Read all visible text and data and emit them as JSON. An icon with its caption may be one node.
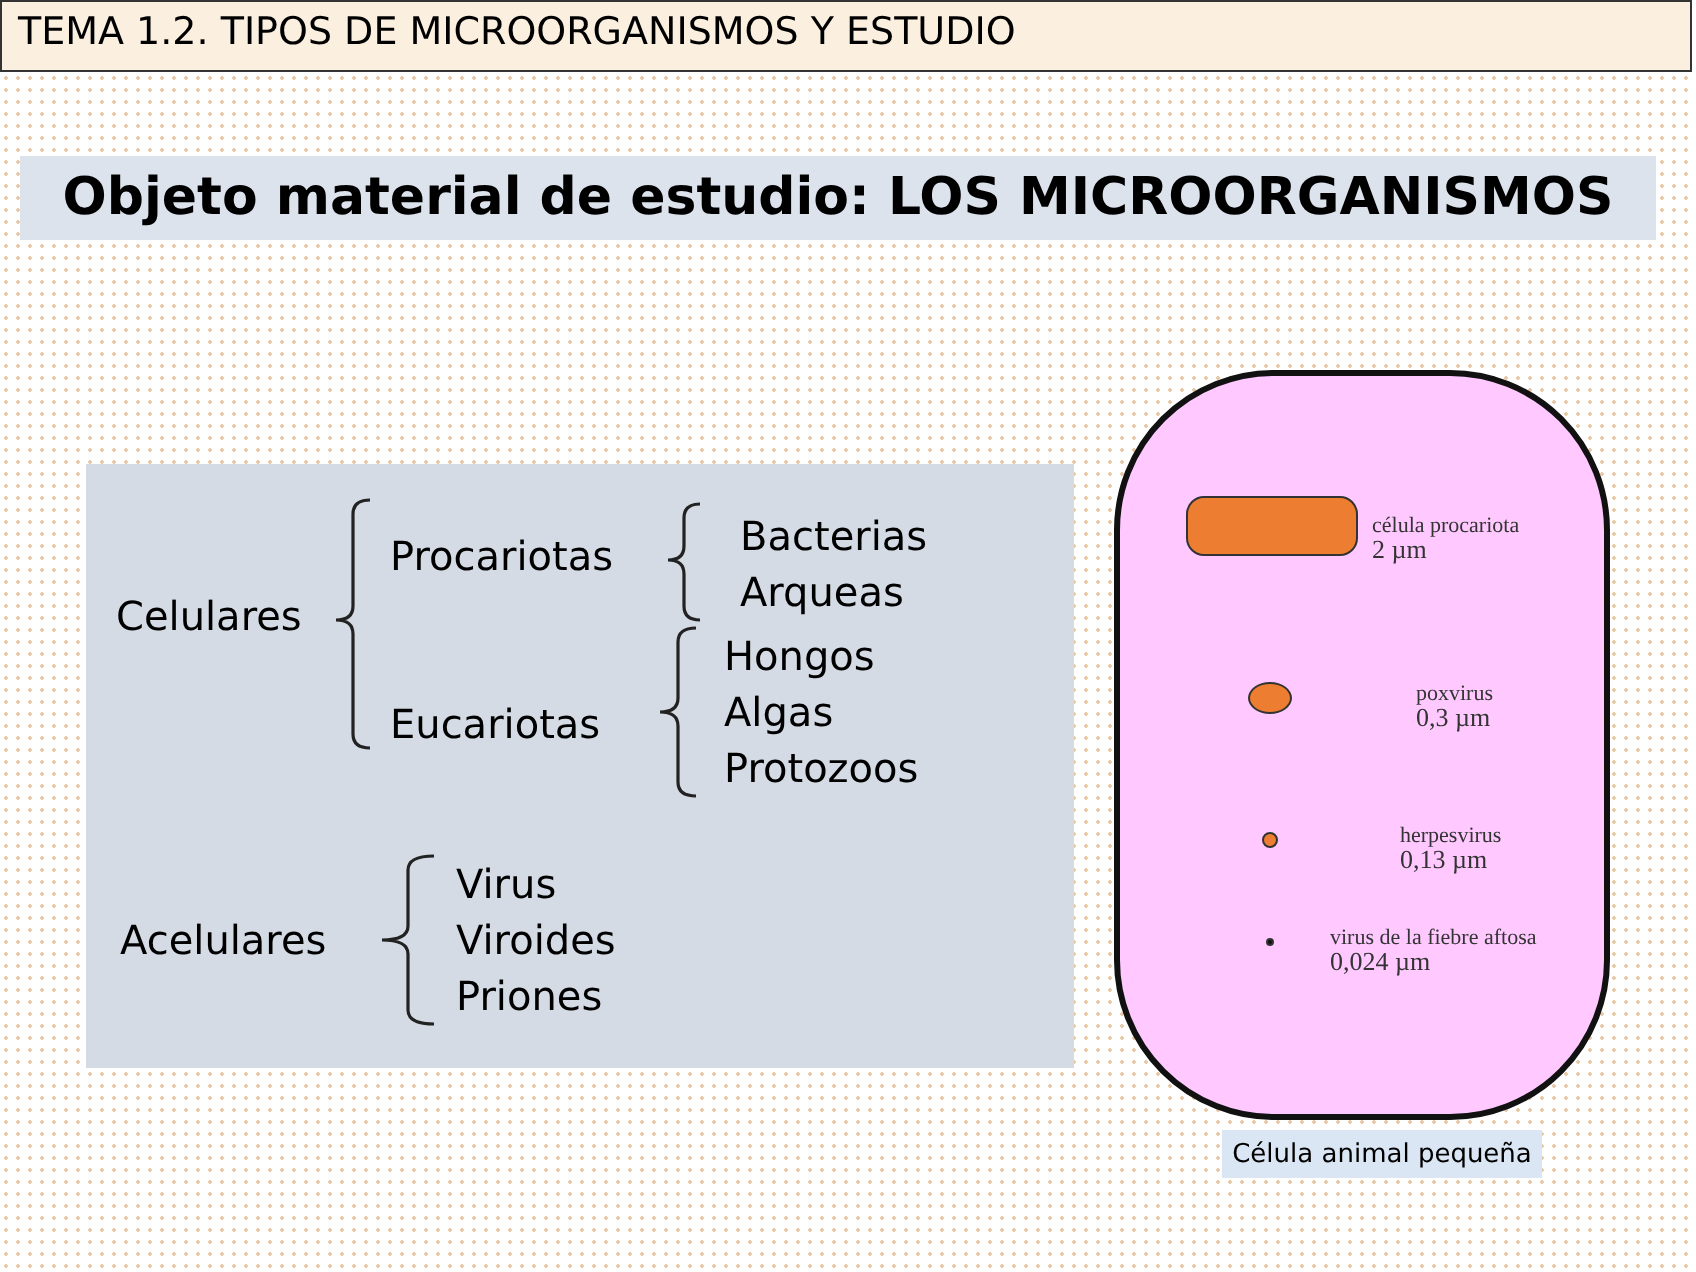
{
  "diagram": {
    "title": "TEMA 1.2. TIPOS DE MICROORGANISMOS Y ESTUDIO",
    "nodes": [
      {
        "text": [
          "Objeto material de estudio: LOS MICROORGANISMOS"
        ]
      },
      {
        "text": [
          "Celulares",
          "Procariotas",
          "Bacterias",
          "Arqueas",
          "Eucariotas",
          "Hongos",
          "Algas",
          "Protozoos",
          "Acelulares",
          "Virus",
          "Viroides",
          "Priones"
        ]
      },
      {
        "text": [],
        "shape": "box"
      },
      {
        "text": [],
        "shape": "box",
        "in": 2,
        "beside": [
          "célula procariota",
          "2 µm"
        ]
      },
      {
        "text": [],
        "shape": "circle",
        "in": 2,
        "beside": [
          "poxvirus",
          "0,3 µm"
        ]
      },
      {
        "text": [],
        "shape": "circle",
        "in": 2,
        "beside": [
          "herpesvirus",
          "0,13 µm"
        ]
      },
      {
        "text": [],
        "shape": "circle",
        "in": 2,
        "beside": [
          "virus de la fiebre aftosa",
          "0,024 µm"
        ]
      },
      {
        "text": [
          "Célula animal pequeña"
        ]
      }
    ],
    "edges": []
  }
}
